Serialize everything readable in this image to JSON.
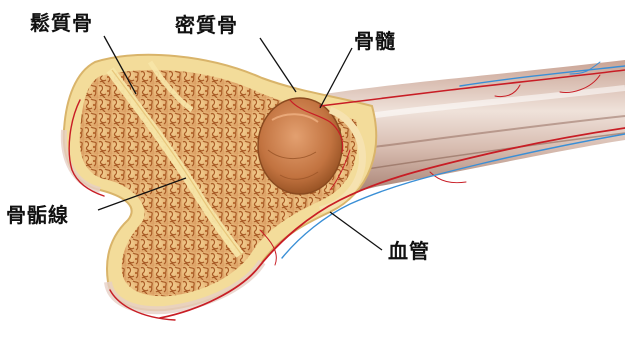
{
  "labels": {
    "spongy_bone": "鬆質骨",
    "compact_bone": "密質骨",
    "bone_marrow": "骨髓",
    "epiphyseal_line": "骨骺線",
    "blood_vessel": "血管"
  },
  "colors": {
    "background": "#ffffff",
    "cortex": "#f3dc9a",
    "spongy_fill": "#e8b777",
    "trabeculae": "#b5662b",
    "marrow": "#c97a45",
    "shaft_light": "#eadbd2",
    "shaft_dark": "#b38a7a",
    "artery": "#c81d25",
    "vein": "#3a8fd6",
    "leader_line": "#111111"
  }
}
